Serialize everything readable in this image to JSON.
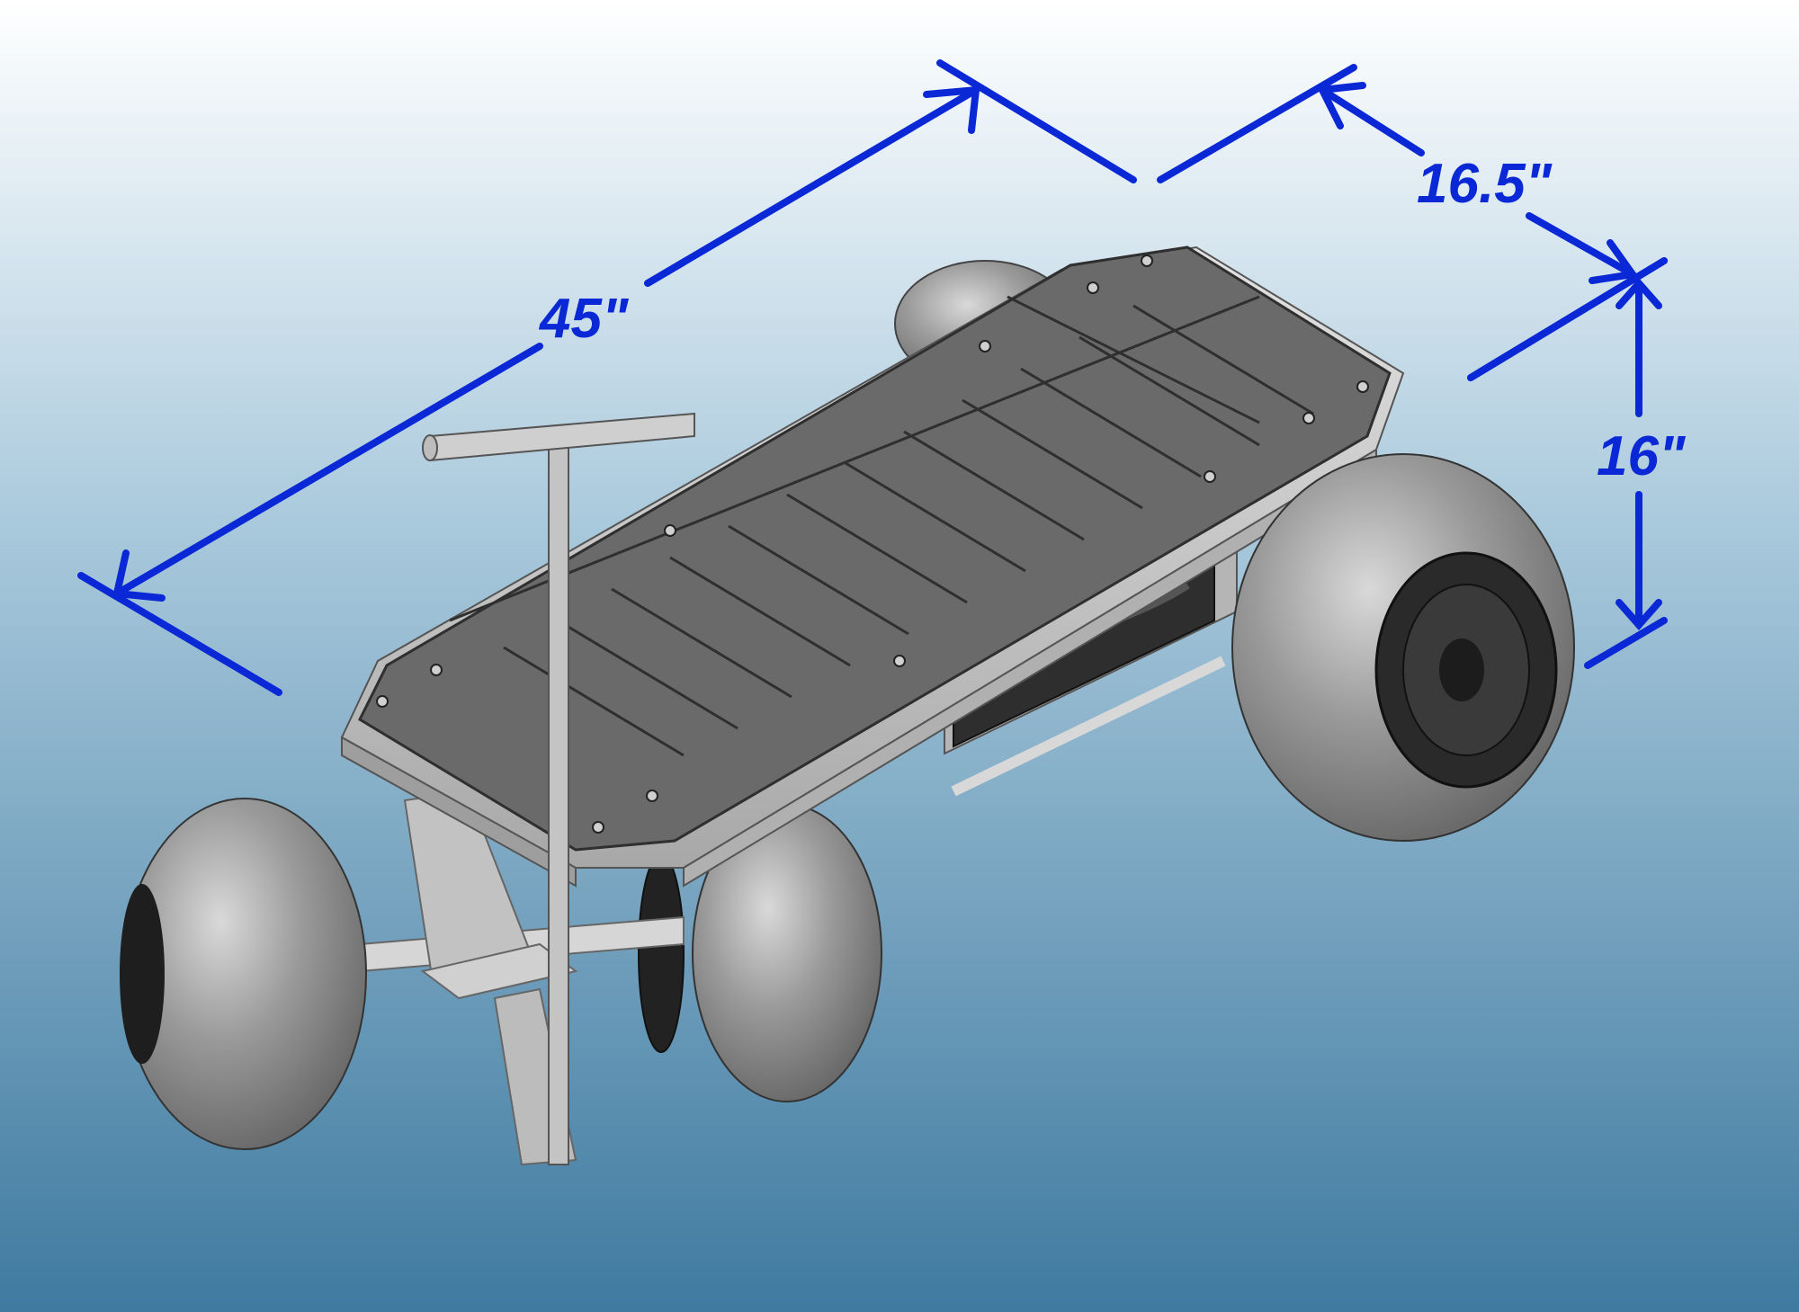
{
  "colors": {
    "background_top": "#ffffff",
    "background_mid": "#a9c9dc",
    "background_bottom": "#3f7aa0",
    "dimension": "#0a28d6",
    "deck": "#6a6a6a",
    "deck_dark": "#2f2f2f",
    "frame": "#c9c9c9",
    "tire": "#8a8a8a",
    "hub": "#2a2a2a"
  },
  "dimensions": {
    "length": "45\"",
    "width": "16.5\"",
    "height": "16\""
  },
  "icons": {
    "component": "beach-cart-cad-model",
    "dimension_marker": "arrowhead"
  }
}
